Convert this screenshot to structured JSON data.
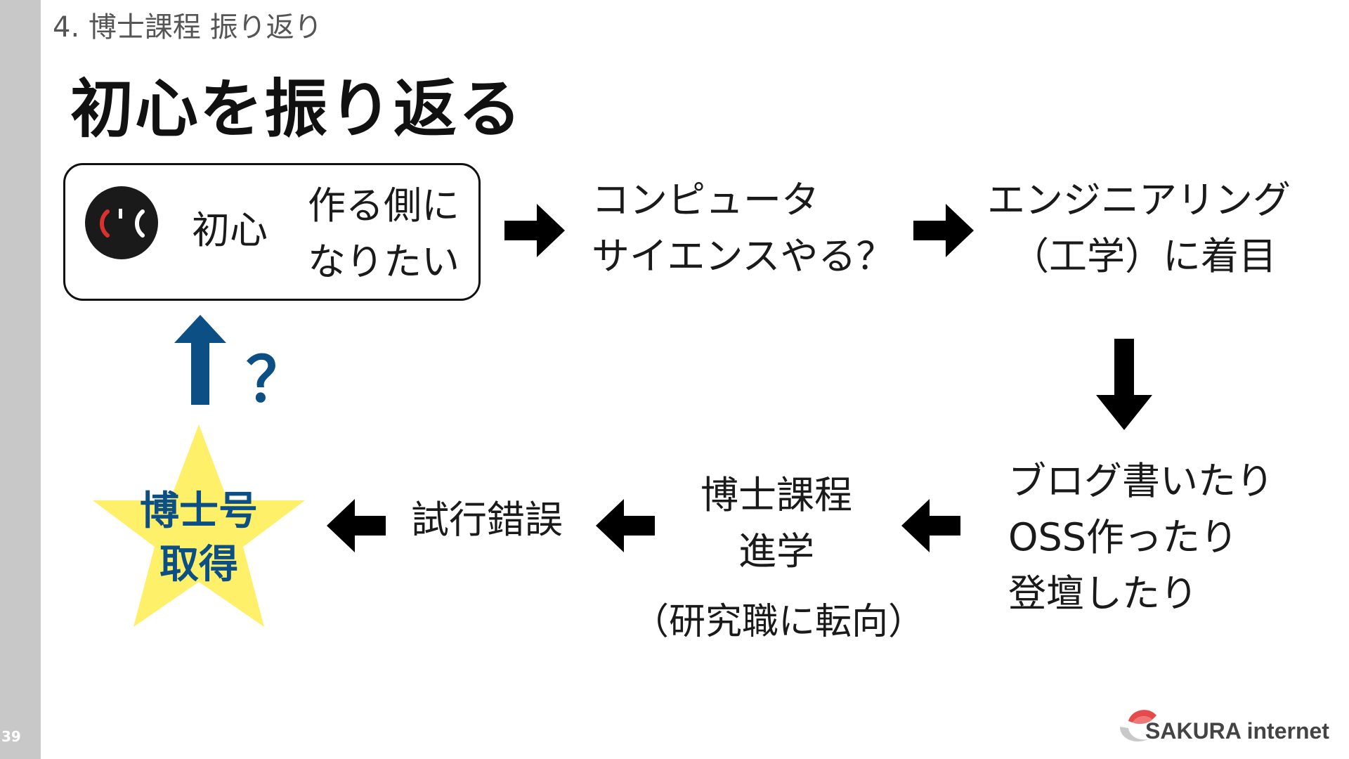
{
  "slide": {
    "page_number": "39",
    "section_label": "4. 博士課程 振り返り",
    "title": "初心を振り返る"
  },
  "start_box": {
    "label": "初心",
    "desire_lines": [
      "作る側に",
      "なりたい"
    ]
  },
  "flow": {
    "computer_science": [
      "コンピュータ",
      "サイエンスやる？"
    ],
    "engineering": [
      "エンジニアリング",
      "（工学）に着目"
    ],
    "activities": [
      "ブログ書いたり",
      "OSS作ったり",
      "登壇したり"
    ],
    "phd_program": [
      "博士課程",
      "進学"
    ],
    "phd_note": "（研究職に転向）",
    "trial_and_error": "試行錯誤",
    "goal": [
      "博士号",
      "取得"
    ],
    "question_mark": "？"
  },
  "colors": {
    "accent_blue": "#0b4f85",
    "star_yellow": "#fff06a",
    "arrow_black": "#000000",
    "sidebar_gray": "#c8c8c8"
  },
  "logo": {
    "text": "SAKURA internet",
    "icon": "sakura-logo-icon"
  }
}
